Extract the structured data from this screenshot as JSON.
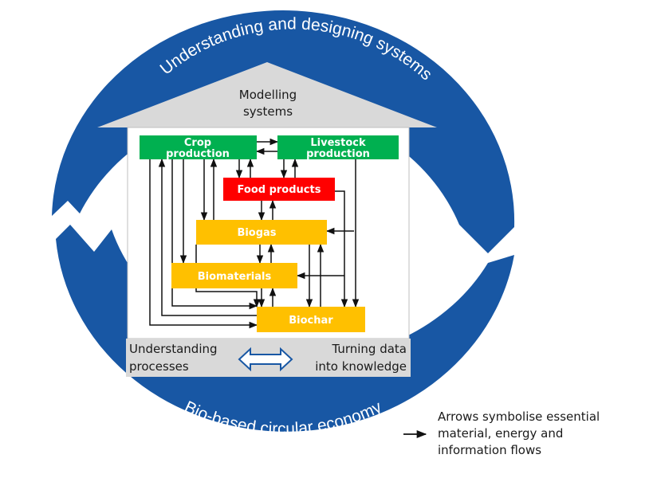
{
  "ring": {
    "top_text": "Understanding and designing systems",
    "bottom_text": "Bio-based circular economy"
  },
  "house": {
    "roof_line1": "Modelling",
    "roof_line2": "systems",
    "footer_left_line1": "Understanding",
    "footer_left_line2": "processes",
    "footer_right_line1": "Turning data",
    "footer_right_line2": "into knowledge"
  },
  "boxes": {
    "crop_line1": "Crop",
    "crop_line2": "production",
    "livestock_line1": "Livestock",
    "livestock_line2": "production",
    "food": "Food products",
    "biogas": "Biogas",
    "biomaterials": "Biomaterials",
    "biochar": "Biochar"
  },
  "legend": {
    "line1": "Arrows symbolise essential",
    "line2": "material, energy and",
    "line3": "information flows"
  },
  "colors": {
    "ring": "#1857a4",
    "roof": "#d9d9d9",
    "green": "#00b050",
    "red": "#ff0000",
    "yellow": "#ffc000",
    "double_arrow": "#1857a4"
  }
}
